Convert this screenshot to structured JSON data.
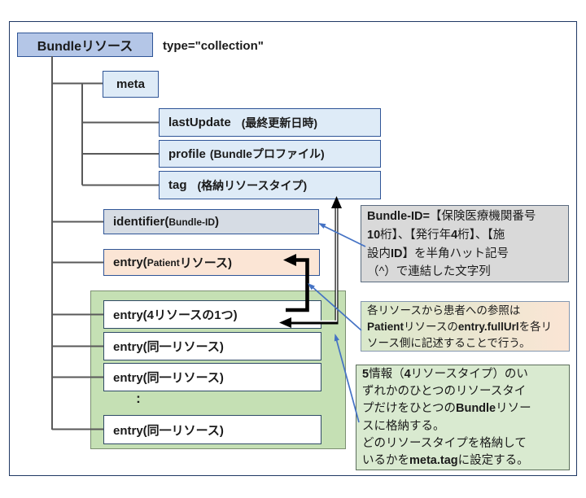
{
  "colors": {
    "root_fill": "#B4C6E7",
    "meta_child_fill": "#DEEBF7",
    "identifier_fill": "#D6DCE4",
    "patient_fill": "#FBE5D5",
    "group_fill": "#C5E0B4",
    "note_gray_fill": "#D9D9D9",
    "note_green_fill": "#D9EAD0",
    "box_border": "#2F5597",
    "frame_border": "#1F3864",
    "tree_line": "#595959",
    "blue_arrow": "#4472C4",
    "black_arrow": "#000000"
  },
  "tree": {
    "root_label": "Bundleリソース",
    "type_attr": "type=\"collection\"",
    "meta_label": "meta",
    "last_update": {
      "name": "lastUpdate",
      "note": "(最終更新日時)"
    },
    "profile": {
      "name": "profile",
      "note": "(Bundleプロファイル)"
    },
    "tag": {
      "name": "tag",
      "note": "(格納リソースタイプ)"
    },
    "identifier": {
      "name": "identifier(",
      "id_text": "Bundle-ID",
      "close": ")"
    },
    "entry_patient": {
      "name": "entry(",
      "resource": "Patient",
      "rest": "リソース)"
    },
    "entry_first": "entry(4リソースの1つ)",
    "entry_same": [
      "entry(同一リソース)",
      "entry(同一リソース)",
      "entry(同一リソース)"
    ],
    "ellipsis": ":"
  },
  "notes": {
    "bundle_id": {
      "lines": [
        {
          "segs": [
            {
              "t": "Bundle-ID="
            },
            {
              "t": "【保険医療機関番号"
            }
          ]
        },
        {
          "segs": [
            {
              "t": "10"
            },
            {
              "t": "桁】、【発行年"
            },
            {
              "t": "4"
            },
            {
              "t": "桁】、【施"
            }
          ]
        },
        {
          "segs": [
            {
              "t": "設内"
            },
            {
              "t": "ID"
            },
            {
              "t": "】を半角ハット記号"
            }
          ]
        },
        {
          "segs": [
            {
              "t": "（^）で連結した文字列"
            }
          ]
        }
      ]
    },
    "reference": {
      "lines": [
        {
          "segs": [
            {
              "t": "各リソースから患者への参照は"
            }
          ]
        },
        {
          "segs": [
            {
              "t": "Patient"
            },
            {
              "t": "リソースの"
            },
            {
              "t": "entry.fullUrl"
            },
            {
              "t": "を各リ"
            }
          ]
        },
        {
          "segs": [
            {
              "t": "ソース側に記述することで行う。"
            }
          ]
        }
      ]
    },
    "storage": {
      "lines": [
        {
          "segs": [
            {
              "t": "5"
            },
            {
              "t": "情報（"
            },
            {
              "t": "4"
            },
            {
              "t": "リソースタイプ）のい"
            }
          ]
        },
        {
          "segs": [
            {
              "t": "ずれかのひとつのリソースタイ"
            }
          ]
        },
        {
          "segs": [
            {
              "t": "プだけをひとつの"
            },
            {
              "t": "Bundle"
            },
            {
              "t": "リソー"
            }
          ]
        },
        {
          "segs": [
            {
              "t": "スに格納する。"
            }
          ]
        },
        {
          "segs": [
            {
              "t": "どのリソースタイプを格納して"
            }
          ]
        },
        {
          "segs": [
            {
              "t": "いるかを"
            },
            {
              "t": "meta.tag"
            },
            {
              "t": "に設定する。"
            }
          ]
        }
      ]
    }
  }
}
